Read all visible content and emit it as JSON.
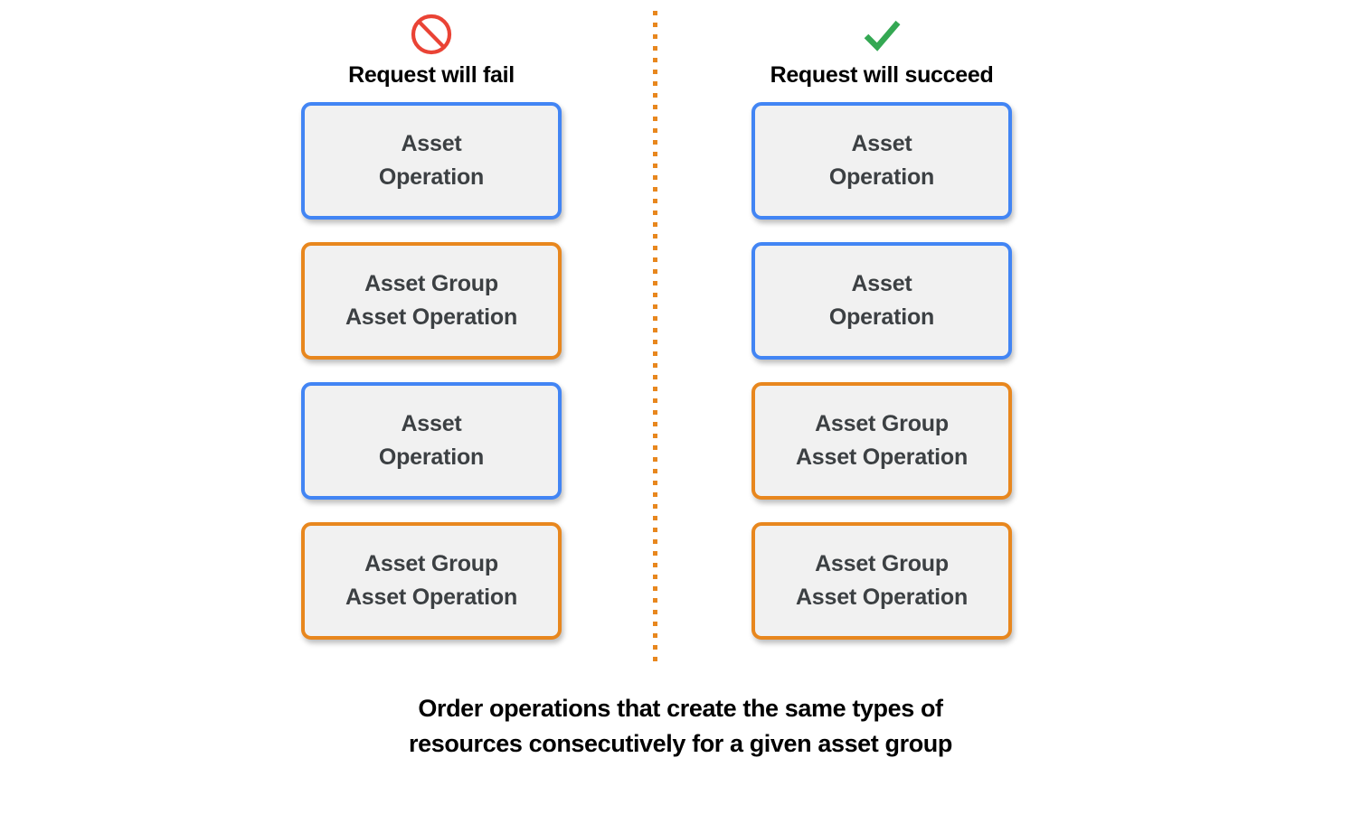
{
  "colors": {
    "accent_blue": "#4285F4",
    "accent_orange": "#E8871E",
    "box_fill": "#F1F1F1",
    "box_text": "#3C4043",
    "fail_icon": "#EA4335",
    "success_icon": "#34A853",
    "divider": "#E8871E",
    "background": "#FFFFFF"
  },
  "columns": [
    {
      "id": "fail",
      "icon": "prohibition-icon",
      "icon_color": "#EA4335",
      "header": "Request will fail",
      "boxes": [
        {
          "text": "Asset\nOperation",
          "accent": "blue"
        },
        {
          "text": "Asset Group\nAsset Operation",
          "accent": "orange"
        },
        {
          "text": "Asset\nOperation",
          "accent": "blue"
        },
        {
          "text": "Asset Group\nAsset Operation",
          "accent": "orange"
        }
      ]
    },
    {
      "id": "succeed",
      "icon": "checkmark-icon",
      "icon_color": "#34A853",
      "header": "Request will succeed",
      "boxes": [
        {
          "text": "Asset\nOperation",
          "accent": "blue"
        },
        {
          "text": "Asset\nOperation",
          "accent": "blue"
        },
        {
          "text": "Asset Group\nAsset Operation",
          "accent": "orange"
        },
        {
          "text": "Asset Group\nAsset Operation",
          "accent": "orange"
        }
      ]
    }
  ],
  "caption": {
    "line1": "Order operations that create the same types of",
    "line2": "resources consecutively for a given asset group"
  }
}
